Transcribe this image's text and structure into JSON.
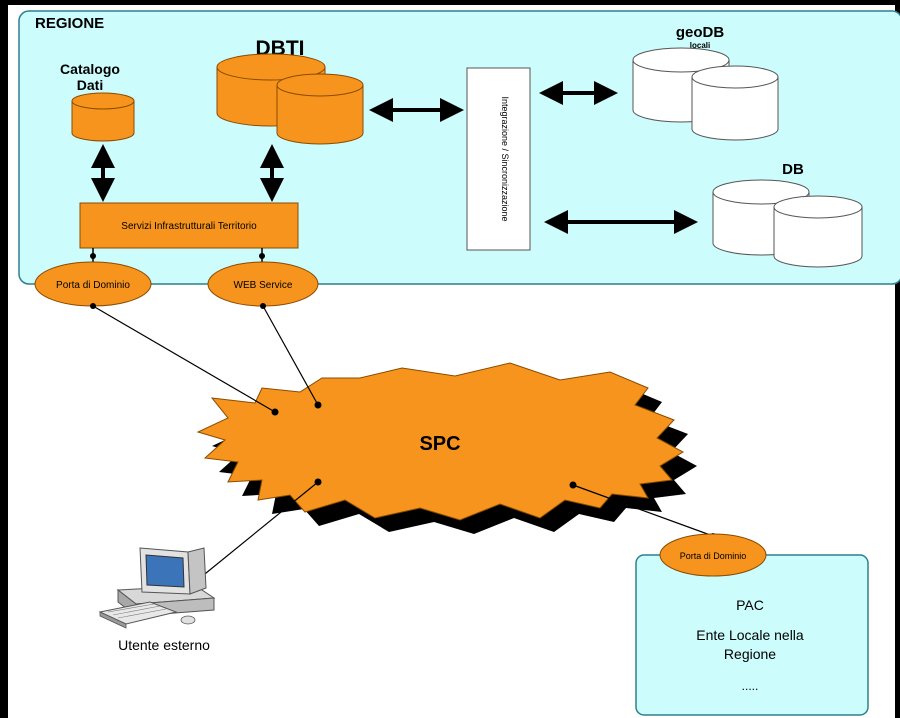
{
  "colors": {
    "region_fill": "#ccfcfc",
    "region_stroke": "#2f7f8f",
    "orange": "#f7941d",
    "orange_stroke": "#8a4b00",
    "pac_fill": "#ccfcfc",
    "frame": "#000000"
  },
  "regione": {
    "title": "REGIONE",
    "catalogo": {
      "line1": "Catalogo",
      "line2": "Dati"
    },
    "dbti": "DBTI",
    "servizi": "Servizi Infrastrutturali Territorio",
    "integrazione": "Integrazione / Sincronizzazione",
    "geodb": {
      "title": "geoDB",
      "subtitle": "locali"
    },
    "db": "DB",
    "porta_dominio": "Porta di Dominio",
    "web_service": "WEB Service"
  },
  "network": {
    "label": "SPC"
  },
  "user": {
    "label": "Utente esterno",
    "icon": "computer-icon"
  },
  "pac": {
    "porta_dominio": "Porta di Dominio",
    "title": "PAC",
    "line1": "Ente Locale nella",
    "line2": "Regione",
    "dots": "....."
  }
}
